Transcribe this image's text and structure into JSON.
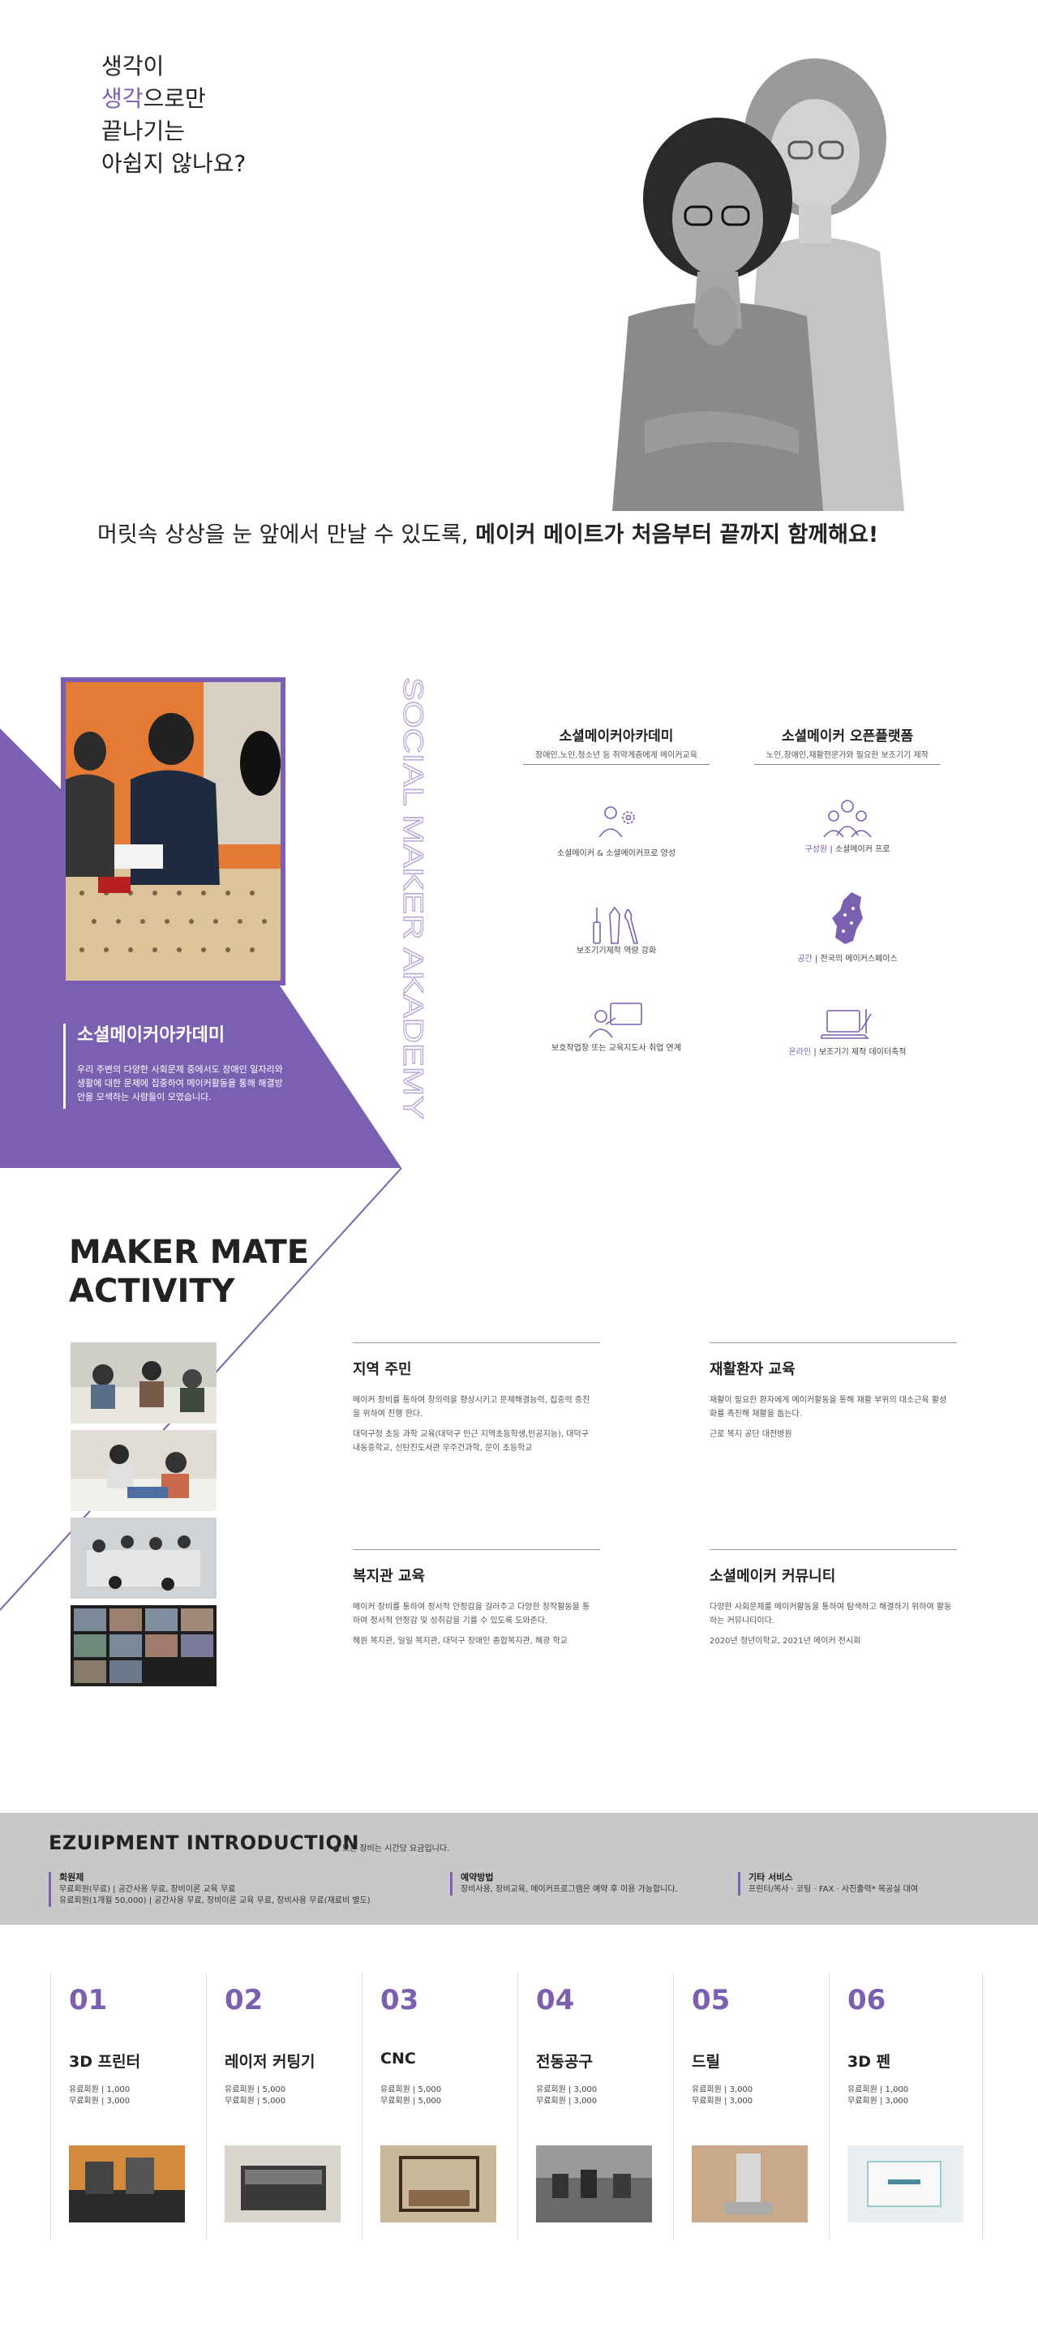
{
  "hero": {
    "question_line1": "생각이",
    "question_line2_accent": "생각",
    "question_line2_rest": "으로만",
    "question_line3": "끝나기는",
    "question_line4": "아쉽지 않나요?",
    "tagline_plain": "머릿속 상상을 눈 앞에서 만날 수 있도록, ",
    "tagline_bold": "메이커 메이트가 처음부터 끝까지 함께해요!"
  },
  "academy": {
    "title": "소셜메이커아카데미",
    "description": "우리 주변의 다양한 사회문제 중에서도 장애인 일자리와 생활에 대한 문제에 집중하여 메이커활동을 통해 해결방안을 모색하는 사람들이 모였습니다.",
    "vertical_text": "SOCIAL MAKER AKADEMY",
    "columns": [
      {
        "title": "소셜메이커아카데미",
        "subtitle": "장애인,노인,청소년 등 취약계층에게 메이커교육",
        "features": [
          {
            "icon": "people-gear-icon",
            "key": "",
            "text": "소셜메이커 & 소셜메이커프로 양성"
          },
          {
            "icon": "tools-icon",
            "key": "",
            "text": "보조기기제작 역량 강화"
          },
          {
            "icon": "teacher-board-icon",
            "key": "",
            "text": "보호작업장 또는 교육지도사 취업 연계"
          }
        ]
      },
      {
        "title": "소셜메이커 오픈플랫폼",
        "subtitle": "노인,장애인,재활전문가와 필요한 보조기기 제작",
        "features": [
          {
            "icon": "group-icon",
            "key": "구성원",
            "text": "소셜메이커 프로"
          },
          {
            "icon": "korea-map-icon",
            "key": "공간",
            "text": "전국의 메이커스페이스"
          },
          {
            "icon": "laptop-tools-icon",
            "key": "온라인",
            "text": "보조기기 제작 데이터축적"
          }
        ]
      }
    ]
  },
  "activity": {
    "title_line1": "MAKER MATE",
    "title_line2": "ACTIVITY",
    "blocks": [
      {
        "title": "지역 주민",
        "p1": "메이커 장비를 통하여 창의력을 향상시키고 문제해결능력, 집중력 증진을 위하여 진행 한다.",
        "p2": "대덕구청 초등 과학 교육(대덕구 인근 지역초등학생,인공지능), 대덕구 내동중학교, 신탄진도서관 우주건과학, 문이 초등학교"
      },
      {
        "title": "재활환자 교육",
        "p1": "재활이 필요한 환자에게 메이커활동을 통해 재활 부위의 대소근육 활성화를 촉진해 재활을 돕는다.",
        "p2": "근로 복지 공단 대전병원"
      },
      {
        "title": "복지관 교육",
        "p1": "메이커 장비를 통하여 정서적 안정감을 길러주고 다양한 창작활동을 통하여 정서적 안정감 및 성취감을 기를 수 있도록 도와준다.",
        "p2": "혜원 복지관, 일일 복지관, 대덕구 장애인 종합복지관, 혜광 학교"
      },
      {
        "title": "소셜메이커 커뮤니티",
        "p1": "다양한 사회문제를 메이커활동을 통하여 탐색하고 해결하기 위하여 활동하는 커뮤니티이다.",
        "p2": "2020년 청년이학교, 2021년 메이커 전시회"
      }
    ]
  },
  "equipment": {
    "title": "EZUIPMENT INTRODUCTION",
    "note": "● 모든 장비는 시간당 요금입니다.",
    "info": [
      {
        "head": "회원제",
        "l1": "무료회원(무료)  |  공간사용 무료, 장비이론 교육 무료",
        "l2": "유료회원(1개월 50,000)  |  공간사용 무료, 장비이론 교육 무료, 장비사용 무료(재료비 별도)"
      },
      {
        "head": "예약방법",
        "l1": "장비사용, 장비교육, 메이커프로그램은 예약 후 이용 가능합니다.",
        "l2": ""
      },
      {
        "head": "기타 서비스",
        "l1": "프린터/복사 · 코팅 · FAX · 사진출력* 목공실 대여",
        "l2": ""
      }
    ],
    "cards": [
      {
        "num": "01",
        "name": "3D 프린터",
        "paid": "유료회원  |  1,000",
        "free": "무료회원  |  3,000"
      },
      {
        "num": "02",
        "name": "레이저 커팅기",
        "paid": "유료회원  |  5,000",
        "free": "무료회원  |  5,000"
      },
      {
        "num": "03",
        "name": "CNC",
        "paid": "유료회원  |  5,000",
        "free": "무료회원  |  5,000"
      },
      {
        "num": "04",
        "name": "전동공구",
        "paid": "유료회원  |  3,000",
        "free": "무료회원  |  3,000"
      },
      {
        "num": "05",
        "name": "드릴",
        "paid": "유료회원  |  3,000",
        "free": "무료회원  |  3,000"
      },
      {
        "num": "06",
        "name": "3D 펜",
        "paid": "유료회원  |  1,000",
        "free": "무료회원  |  3,000"
      }
    ]
  },
  "colors": {
    "accent": "#7b5fb0",
    "band": "#c8c8c8"
  }
}
